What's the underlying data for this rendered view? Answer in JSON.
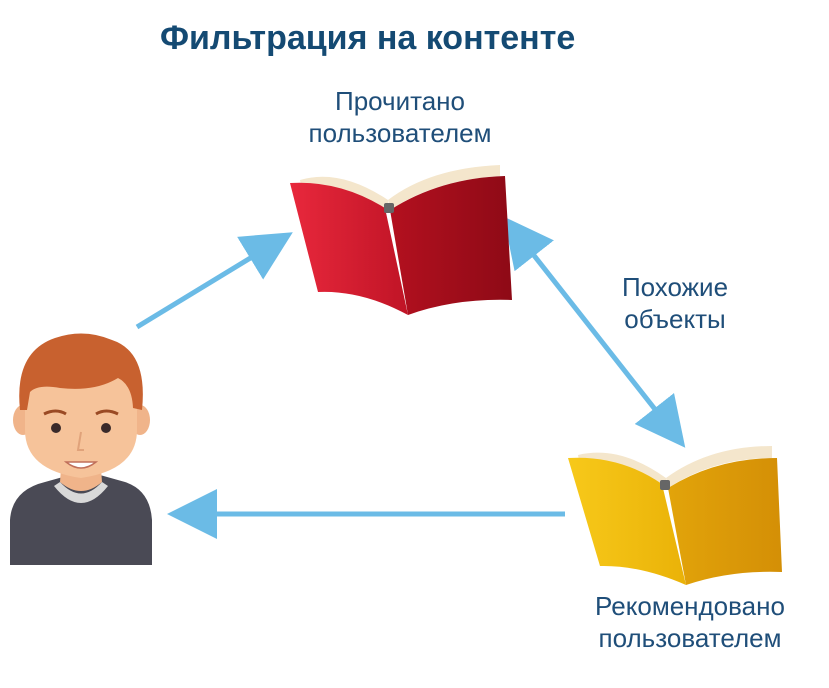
{
  "title": "Фильтрация на контенте",
  "nodes": {
    "read_book": {
      "label_line1": "Прочитано",
      "label_line2": "пользователем",
      "color": "#d81f34"
    },
    "similar": {
      "label_line1": "Похожие",
      "label_line2": "объекты"
    },
    "recommended_book": {
      "label_line1": "Рекомендовано",
      "label_line2": "пользователем",
      "color": "#f2b705"
    }
  },
  "colors": {
    "text": "#1f4e79",
    "title": "#144a73",
    "arrow": "#6bbbe6"
  },
  "icons": [
    "user-avatar-icon",
    "red-book-icon",
    "yellow-book-icon"
  ]
}
